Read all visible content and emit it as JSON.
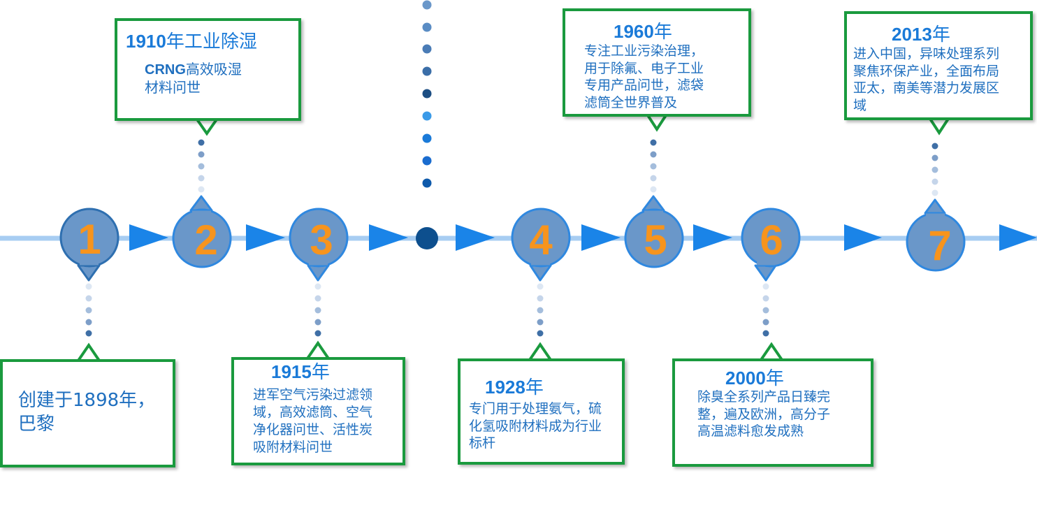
{
  "milestones": [
    {
      "number": "1",
      "text_lines": [
        "创建于1898年，",
        "巴黎"
      ]
    },
    {
      "number": "2",
      "heading_year": "1910",
      "heading_suffix": "年工业除湿",
      "text_bold": "CRNG",
      "text_lines": [
        "高效吸湿",
        "材料问世"
      ]
    },
    {
      "number": "3",
      "year": "1915",
      "year_suffix": "年",
      "text_lines": [
        "进军空气污染过滤领",
        "域，高效滤筒、空气",
        "净化器问世、活性炭",
        "吸附材料问世"
      ]
    },
    {
      "number": "4",
      "year": "1928",
      "year_suffix": "年",
      "text_lines": [
        "专门用于处理氨气，硫",
        "化氢吸附材料成为行业",
        "标杆"
      ]
    },
    {
      "number": "5",
      "year": "1960",
      "year_suffix": "年",
      "text_lines": [
        "专注工业污染治理，",
        "用于除氟、电子工业",
        "专用产品问世，滤袋",
        "滤筒全世界普及"
      ]
    },
    {
      "number": "6",
      "year": "2000",
      "year_suffix": "年",
      "text_lines": [
        "除臭全系列产品日臻完",
        "整，遍及欧洲，高分子",
        "高温滤料愈发成熟"
      ]
    },
    {
      "number": "7",
      "year": "2013",
      "year_suffix": "年",
      "text_lines": [
        "进入中国，异味处理系列",
        "聚焦环保产业，全面布局",
        "亚太，南美等潜力发展区",
        "域"
      ]
    }
  ],
  "colors": {
    "box_border": "#1a9a3e",
    "text": "#1f6fbf",
    "year_text": "#1a7ad8",
    "timeline": "#a7cdf2",
    "arrow": "#1a84e8",
    "circle_fill": "#6a97c9",
    "circle_border": "#2f88e0",
    "number": "#f7941d"
  }
}
